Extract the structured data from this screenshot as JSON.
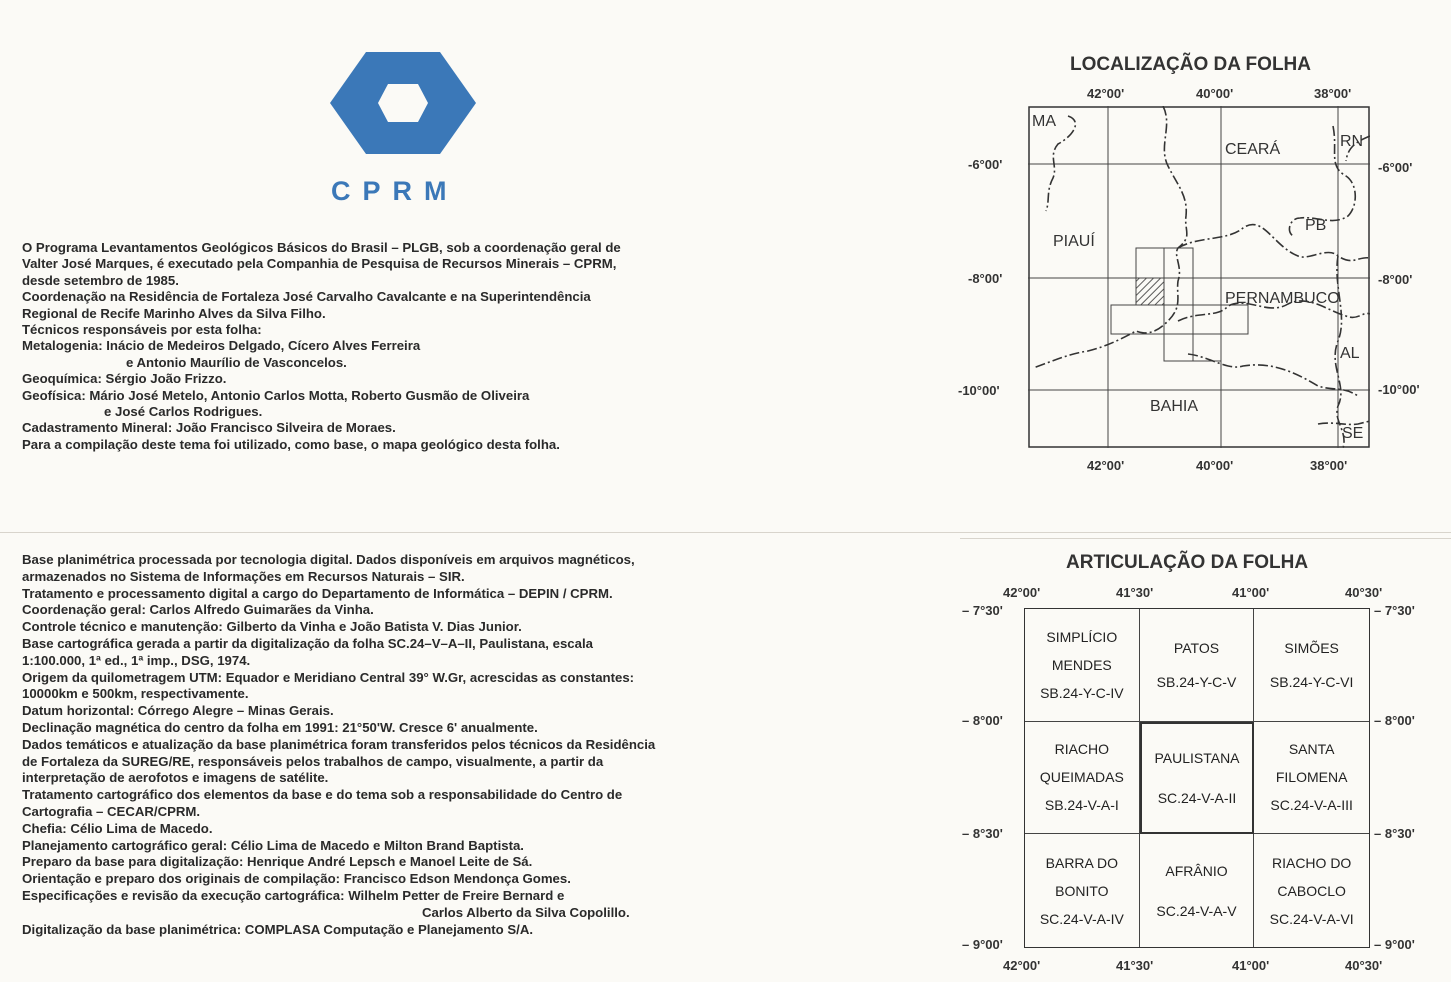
{
  "logo": {
    "text": "CPRM",
    "color": "#3b78b8"
  },
  "header_paragraphs": [
    "O Programa Levantamentos Geológicos Básicos do Brasil – PLGB, sob a coordenação geral de",
    "Valter José Marques, é executado pela Companhia de Pesquisa de Recursos Minerais – CPRM,",
    "desde setembro de 1985.",
    "Coordenação na Residência de Fortaleza José Carvalho Cavalcante e na Superintendência",
    "Regional de Recife Marinho Alves da Silva Filho.",
    "Técnicos responsáveis por esta folha:",
    "Metalogenia: Inácio de Medeiros Delgado, Cícero Alves Ferreira",
    "e Antonio Maurílio de Vasconcelos.",
    "Geoquímica: Sérgio João Frizzo.",
    "Geofísica: Mário José Metelo, Antonio Carlos Motta, Roberto Gusmão de Oliveira",
    "e José Carlos Rodrigues.",
    "Cadastramento Mineral: João Francisco Silveira de Moraes.",
    "Para a compilação deste tema foi utilizado, como base, o mapa geológico desta folha."
  ],
  "base_paragraphs": [
    "Base planimétrica processada por tecnologia digital. Dados disponíveis em arquivos magnéticos,",
    "armazenados no Sistema de Informações em Recursos Naturais – SIR.",
    "Tratamento e processamento digital a cargo do Departamento de Informática – DEPIN / CPRM.",
    "Coordenação geral: Carlos Alfredo Guimarães da Vinha.",
    "Controle técnico e manutenção: Gilberto da Vinha e João Batista V. Dias Junior.",
    "Base cartográfica gerada a partir da digitalização da folha SC.24–V–A–II, Paulistana, escala",
    "1:100.000, 1ª ed., 1ª imp., DSG, 1974.",
    "Origem da quilometragem UTM: Equador e Meridiano Central 39° W.Gr, acrescidas as constantes:",
    "10000km e 500km, respectivamente.",
    "Datum horizontal: Córrego Alegre – Minas Gerais.",
    "Declinação magnética do centro da folha em 1991: 21°50'W. Cresce 6' anualmente.",
    "Dados temáticos e atualização da base planimétrica foram transferidos pelos técnicos da Residência",
    "de Fortaleza da SUREG/RE, responsáveis pelos trabalhos de campo, visualmente, a partir da",
    "interpretação de aerofotos e imagens de satélite.",
    "Tratamento cartográfico dos elementos da base e do tema sob a responsabilidade do Centro de",
    "Cartografia – CECAR/CPRM.",
    "Chefia: Célio Lima de Macedo.",
    "Planejamento cartográfico geral: Célio Lima de Macedo e Milton Brand Baptista.",
    "Preparo da base para digitalização: Henrique André Lepsch e Manoel Leite de Sá.",
    "Orientação e preparo dos originais de compilação: Francisco Edson Mendonça Gomes.",
    "Especificações e revisão da execução cartográfica: Wilhelm Petter de Freire Bernard e",
    "Carlos Alberto da Silva Copolillo.",
    "Digitalização da base planimétrica: COMPLASA Computação e Planejamento S/A."
  ],
  "localizacao": {
    "title": "LOCALIZAÇÃO DA FOLHA",
    "top_lons": [
      "42°00'",
      "40°00'",
      "38°00'"
    ],
    "bottom_lons": [
      "42°00'",
      "40°00'",
      "38°00'"
    ],
    "left_lats": [
      "-6°00'",
      "-8°00'",
      "-10°00'"
    ],
    "right_lats": [
      "-6°00'",
      "-8°00'",
      "-10°00'"
    ],
    "states": [
      "MA",
      "CEARÁ",
      "RN",
      "PIAUÍ",
      "PB",
      "PERNAMBUCO",
      "AL",
      "BAHIA",
      "SE"
    ]
  },
  "articulacao": {
    "title": "ARTICULAÇÃO DA FOLHA",
    "top_lons": [
      "42°00'",
      "41°30'",
      "41°00'",
      "40°30'"
    ],
    "bottom_lons": [
      "42°00'",
      "41°30'",
      "41°00'",
      "40°30'"
    ],
    "left_lats": [
      "– 7°30'",
      "– 8°00'",
      "– 8°30'",
      "– 9°00'"
    ],
    "right_lats": [
      "– 7°30'",
      "– 8°00'",
      "– 8°30'",
      "– 9°00'"
    ],
    "cells": [
      {
        "l1": "SIMPLÍCIO",
        "l2": "MENDES",
        "code": "SB.24-Y-C-IV"
      },
      {
        "l1": "PATOS",
        "l2": "",
        "code": "SB.24-Y-C-V"
      },
      {
        "l1": "SIMÕES",
        "l2": "",
        "code": "SB.24-Y-C-VI"
      },
      {
        "l1": "RIACHO",
        "l2": "QUEIMADAS",
        "code": "SB.24-V-A-I"
      },
      {
        "l1": "PAULISTANA",
        "l2": "",
        "code": "SC.24-V-A-II"
      },
      {
        "l1": "SANTA",
        "l2": "FILOMENA",
        "code": "SC.24-V-A-III"
      },
      {
        "l1": "BARRA DO",
        "l2": "BONITO",
        "code": "SC.24-V-A-IV"
      },
      {
        "l1": "AFRÂNIO",
        "l2": "",
        "code": "SC.24-V-A-V"
      },
      {
        "l1": "RIACHO DO",
        "l2": "CABOCLO",
        "code": "SC.24-V-A-VI"
      }
    ]
  }
}
